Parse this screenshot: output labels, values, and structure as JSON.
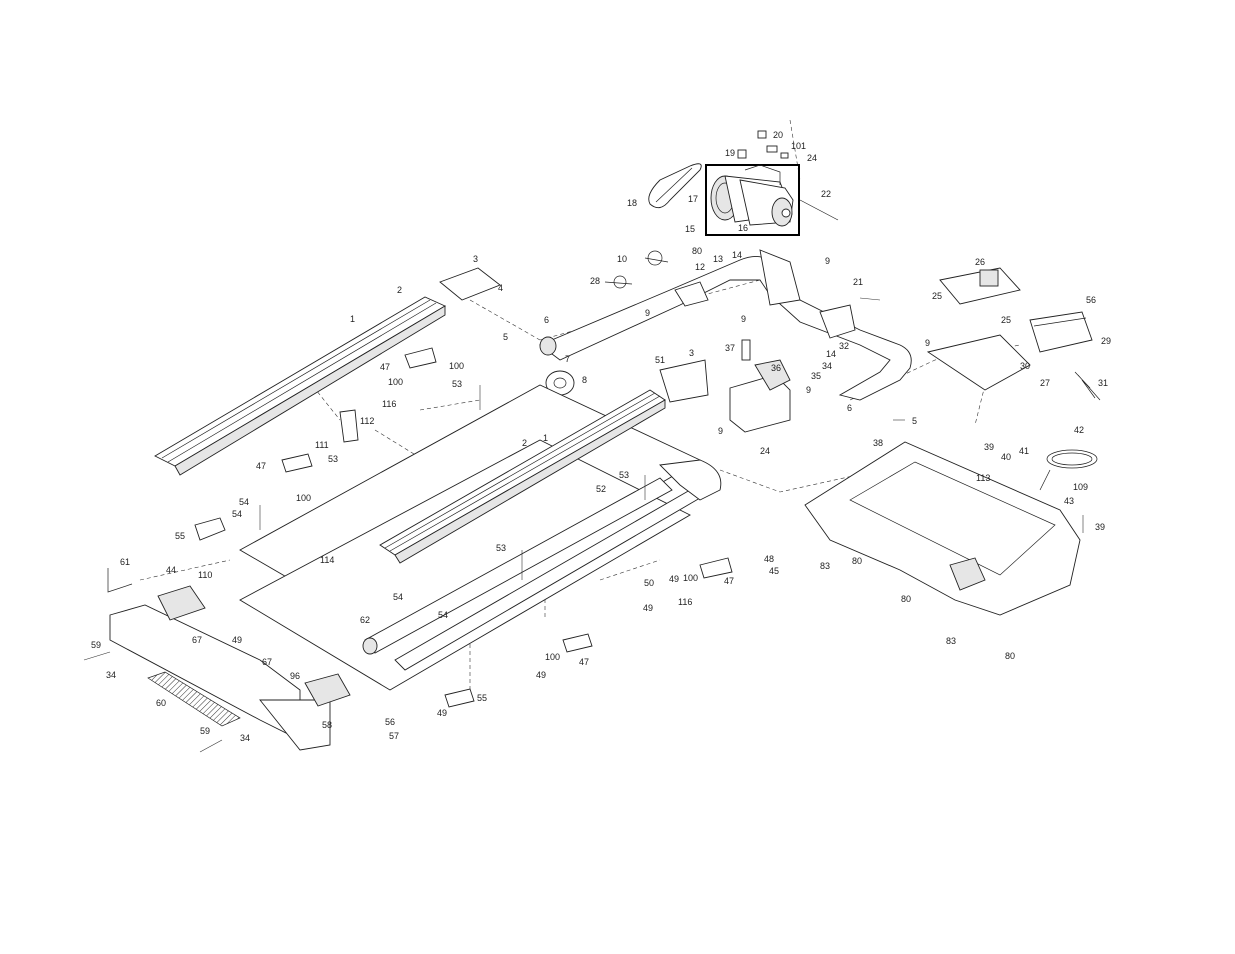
{
  "diagram": {
    "highlight_box_label": "15",
    "callouts": [
      {
        "id": "c20",
        "text": "20"
      },
      {
        "id": "c19",
        "text": "19"
      },
      {
        "id": "c101",
        "text": "101"
      },
      {
        "id": "c24a",
        "text": "24"
      },
      {
        "id": "c22",
        "text": "22"
      },
      {
        "id": "c17",
        "text": "17"
      },
      {
        "id": "c18",
        "text": "18"
      },
      {
        "id": "c16",
        "text": "16"
      },
      {
        "id": "c15",
        "text": "15"
      },
      {
        "id": "c10",
        "text": "10"
      },
      {
        "id": "c80a",
        "text": "80"
      },
      {
        "id": "c12",
        "text": "12"
      },
      {
        "id": "c13",
        "text": "13"
      },
      {
        "id": "c14a",
        "text": "14"
      },
      {
        "id": "c9a",
        "text": "9"
      },
      {
        "id": "c21",
        "text": "21"
      },
      {
        "id": "c28",
        "text": "28"
      },
      {
        "id": "c3a",
        "text": "3"
      },
      {
        "id": "c4",
        "text": "4"
      },
      {
        "id": "c2a",
        "text": "2"
      },
      {
        "id": "c1a",
        "text": "1"
      },
      {
        "id": "c9b",
        "text": "9"
      },
      {
        "id": "c9c",
        "text": "9"
      },
      {
        "id": "c6a",
        "text": "6"
      },
      {
        "id": "c5a",
        "text": "5"
      },
      {
        "id": "c7",
        "text": "7"
      },
      {
        "id": "c8",
        "text": "8"
      },
      {
        "id": "c51",
        "text": "51"
      },
      {
        "id": "c3b",
        "text": "3"
      },
      {
        "id": "c37",
        "text": "37"
      },
      {
        "id": "c36",
        "text": "36"
      },
      {
        "id": "c32",
        "text": "32"
      },
      {
        "id": "c14b",
        "text": "14"
      },
      {
        "id": "c34a",
        "text": "34"
      },
      {
        "id": "c35",
        "text": "35"
      },
      {
        "id": "c9d",
        "text": "9"
      },
      {
        "id": "c6b",
        "text": "6"
      },
      {
        "id": "c5b",
        "text": "5"
      },
      {
        "id": "c9e",
        "text": "9"
      },
      {
        "id": "c24b",
        "text": "24"
      },
      {
        "id": "c26",
        "text": "26"
      },
      {
        "id": "c25a",
        "text": "25"
      },
      {
        "id": "c25b",
        "text": "25"
      },
      {
        "id": "c56a",
        "text": "56"
      },
      {
        "id": "c29",
        "text": "29"
      },
      {
        "id": "c9f",
        "text": "9"
      },
      {
        "id": "c30",
        "text": "30"
      },
      {
        "id": "c27",
        "text": "27"
      },
      {
        "id": "c31",
        "text": "31"
      },
      {
        "id": "c47a",
        "text": "47"
      },
      {
        "id": "c100a",
        "text": "100"
      },
      {
        "id": "c100b",
        "text": "100"
      },
      {
        "id": "c53a",
        "text": "53"
      },
      {
        "id": "c116a",
        "text": "116"
      },
      {
        "id": "c112",
        "text": "112"
      },
      {
        "id": "c111",
        "text": "111"
      },
      {
        "id": "c53b",
        "text": "53"
      },
      {
        "id": "c47b",
        "text": "47"
      },
      {
        "id": "c100c",
        "text": "100"
      },
      {
        "id": "c2b",
        "text": "2"
      },
      {
        "id": "c1b",
        "text": "1"
      },
      {
        "id": "c53c",
        "text": "53"
      },
      {
        "id": "c52",
        "text": "52"
      },
      {
        "id": "c54a",
        "text": "54"
      },
      {
        "id": "c54b",
        "text": "54"
      },
      {
        "id": "c55a",
        "text": "55"
      },
      {
        "id": "c53d",
        "text": "53"
      },
      {
        "id": "c114",
        "text": "114"
      },
      {
        "id": "c61",
        "text": "61"
      },
      {
        "id": "c44",
        "text": "44"
      },
      {
        "id": "c110",
        "text": "110"
      },
      {
        "id": "c49a",
        "text": "49"
      },
      {
        "id": "c50",
        "text": "50"
      },
      {
        "id": "c48",
        "text": "48"
      },
      {
        "id": "c45",
        "text": "45"
      },
      {
        "id": "c100d",
        "text": "100"
      },
      {
        "id": "c47c",
        "text": "47"
      },
      {
        "id": "c116b",
        "text": "116"
      },
      {
        "id": "c49b",
        "text": "49"
      },
      {
        "id": "c54c",
        "text": "54"
      },
      {
        "id": "c54d",
        "text": "54"
      },
      {
        "id": "c49c",
        "text": "49"
      },
      {
        "id": "c67a",
        "text": "67"
      },
      {
        "id": "c62",
        "text": "62"
      },
      {
        "id": "c100e",
        "text": "100"
      },
      {
        "id": "c47d",
        "text": "47"
      },
      {
        "id": "c59a",
        "text": "59"
      },
      {
        "id": "c34b",
        "text": "34"
      },
      {
        "id": "c67b",
        "text": "67"
      },
      {
        "id": "c96",
        "text": "96"
      },
      {
        "id": "c49d",
        "text": "49"
      },
      {
        "id": "c60",
        "text": "60"
      },
      {
        "id": "c55b",
        "text": "55"
      },
      {
        "id": "c49e",
        "text": "49"
      },
      {
        "id": "c58",
        "text": "58"
      },
      {
        "id": "c56b",
        "text": "56"
      },
      {
        "id": "c57",
        "text": "57"
      },
      {
        "id": "c59b",
        "text": "59"
      },
      {
        "id": "c34c",
        "text": "34"
      },
      {
        "id": "c38",
        "text": "38"
      },
      {
        "id": "c39a",
        "text": "39"
      },
      {
        "id": "c40",
        "text": "40"
      },
      {
        "id": "c41",
        "text": "41"
      },
      {
        "id": "c42",
        "text": "42"
      },
      {
        "id": "c113",
        "text": "113"
      },
      {
        "id": "c109",
        "text": "109"
      },
      {
        "id": "c43",
        "text": "43"
      },
      {
        "id": "c39b",
        "text": "39"
      },
      {
        "id": "c83a",
        "text": "83"
      },
      {
        "id": "c80b",
        "text": "80"
      },
      {
        "id": "c80c",
        "text": "80"
      },
      {
        "id": "c83b",
        "text": "83"
      },
      {
        "id": "c80d",
        "text": "80"
      }
    ]
  }
}
